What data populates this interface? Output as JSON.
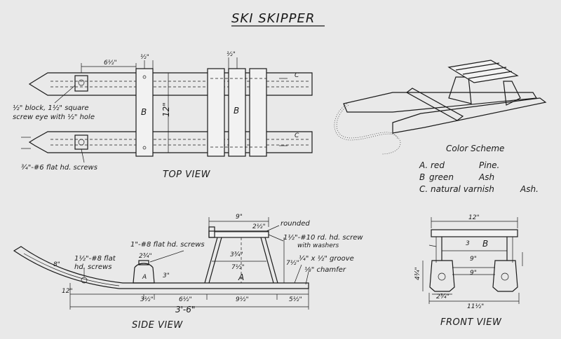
{
  "title": "SKI SKIPPER",
  "top_view": {
    "caption": "TOP VIEW",
    "dims": {
      "six_half": "6½\"",
      "half_a": "½\"",
      "half_b": "½\"",
      "twelve": "12\"",
      "dim_c_top": "C",
      "dim_c_bottom": "C",
      "label_b1": "B",
      "label_b2": "B"
    },
    "notes": {
      "block": "½\" block, 1½\" square",
      "eye": "screw eye with ½\" hole",
      "screws": "¾\"-#6 flat hd. screws"
    }
  },
  "side_view": {
    "caption": "SIDE VIEW",
    "dims": {
      "nine": "9\"",
      "two_half": "2½\"",
      "rounded": "rounded",
      "screw10": "1½\"-#10 rd. hd. screw",
      "washers": "with washers",
      "screw8_a": "1\"-#8 flat hd. screws",
      "screw8_b": "1½\"-#8 flat",
      "screw8_c": "hd. screws",
      "two_three": "2¾\"",
      "three_q": "3¾\"",
      "seven_half": "7½\"",
      "seven_half_v": "7½\"",
      "letter_a": "A",
      "letter_a2": "A",
      "groove": "¼\" x ½\" groove",
      "chamfer": "⅛\" chamfer",
      "eight": "8\"",
      "twelve": "12\"",
      "three_half": "3½\"",
      "six_half": "6½\"",
      "nine_half": "9½\"",
      "five_half": "5½\"",
      "total": "3'-6\"",
      "three_in": "3\""
    }
  },
  "front_view": {
    "caption": "FRONT VIEW",
    "dims": {
      "twelve": "12\"",
      "nine_a": "9\"",
      "nine_b": "9\"",
      "b_label": "B",
      "three": "3",
      "two_three": "2¾\"",
      "eleven_half": "11½\"",
      "four_three": "4¾\""
    }
  },
  "color_scheme": {
    "heading": "Color Scheme",
    "rows": [
      {
        "code": "A.",
        "color": "red",
        "wood": "Pine."
      },
      {
        "code": "B",
        "color": "green",
        "wood": "Ash"
      },
      {
        "code": "C.",
        "color": "natural varnish",
        "wood": "Ash."
      }
    ]
  }
}
